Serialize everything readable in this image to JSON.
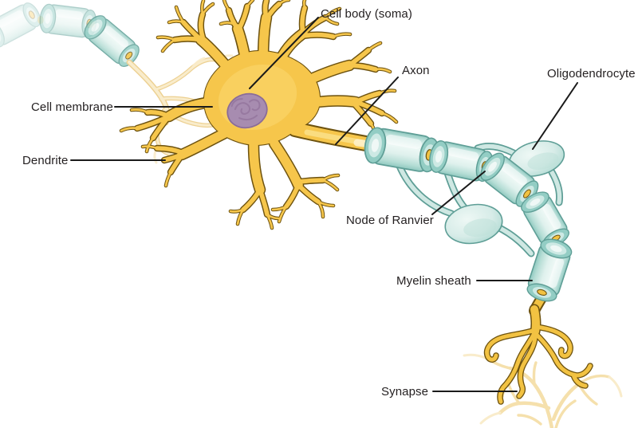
{
  "figure": {
    "type": "neuron-anatomy-diagram",
    "labels": {
      "cell_body": {
        "text": "Cell body (soma)"
      },
      "cell_membrane": {
        "text": "Cell membrane"
      },
      "dendrite": {
        "text": "Dendrite"
      },
      "axon": {
        "text": "Axon"
      },
      "oligodendrocyte": {
        "text": "Oligodendrocyte"
      },
      "node_of_ranvier": {
        "text": "Node of Ranvier"
      },
      "myelin_sheath": {
        "text": "Myelin sheath"
      },
      "synapse": {
        "text": "Synapse"
      }
    },
    "colors": {
      "background": "#FFFFFF",
      "neuron_fill": "#F6C64B",
      "neuron_outline": "#6D520F",
      "axon_yellow": "#F2C242",
      "nucleus_fill": "#A78CB0",
      "nucleus_outline": "#8A6C98",
      "nucleus_squiggle": "#94759E",
      "myelin_fill": "#D7ECE8",
      "myelin_dark": "#93CDC4",
      "myelin_outline": "#5E9E96",
      "pale_yellow": "#F5E0AC",
      "pale_yellow_light": "#F9ECCB",
      "label_text": "#231F20",
      "line_color": "#1A1A1A"
    }
  }
}
